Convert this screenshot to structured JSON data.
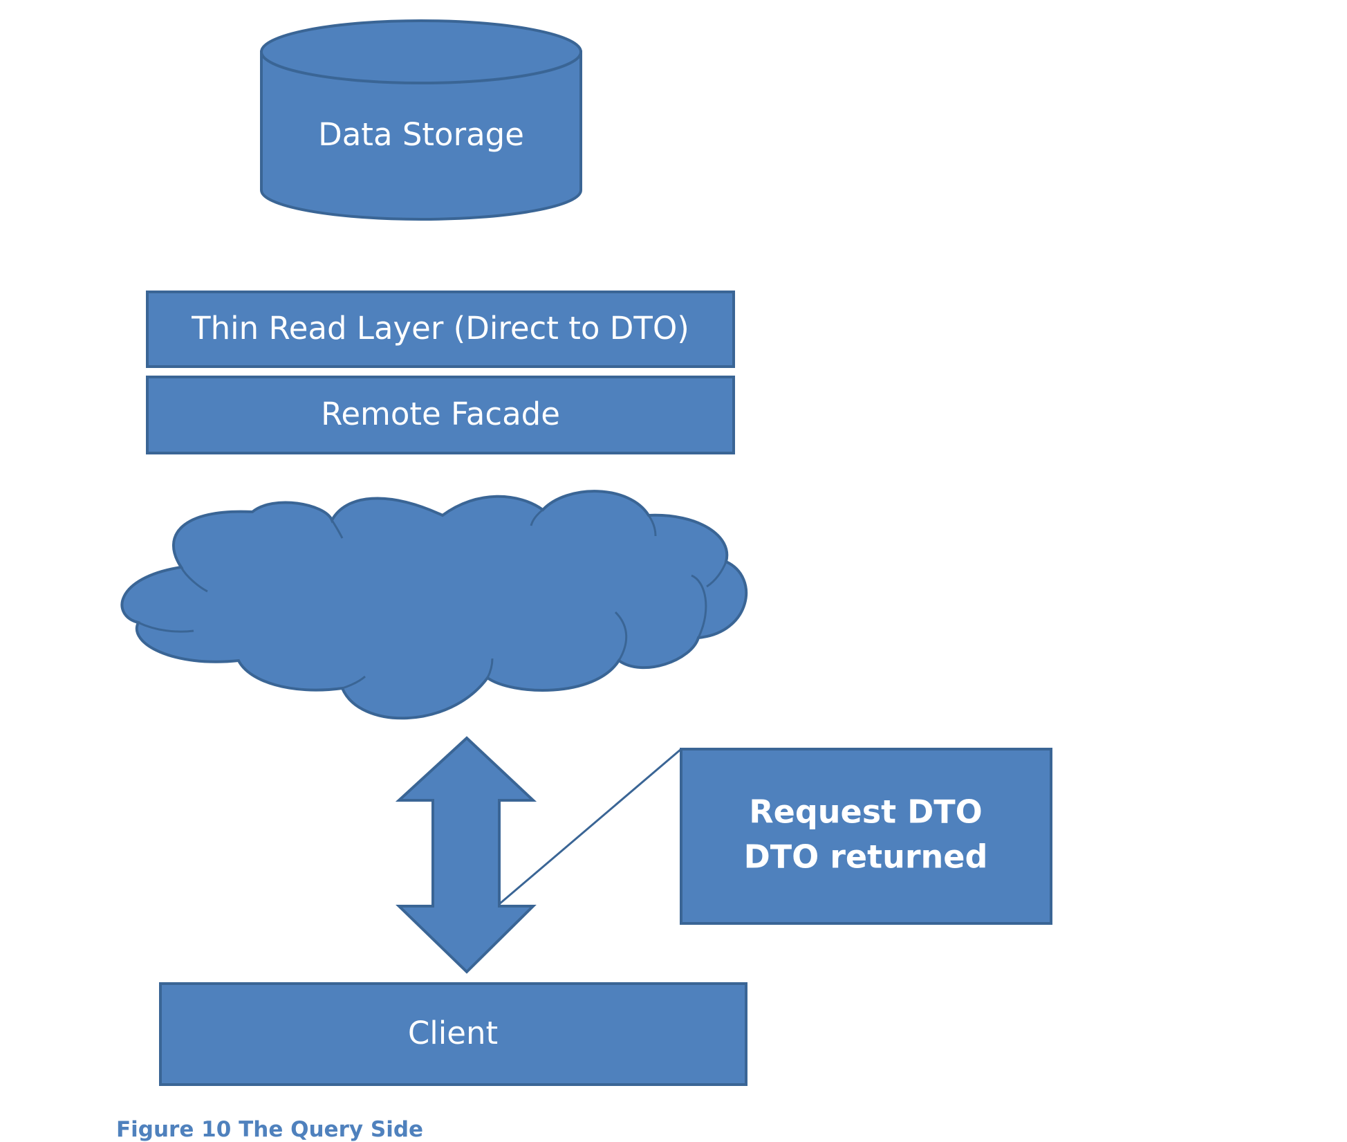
{
  "diagram": {
    "nodes": {
      "data_storage": "Data Storage",
      "thin_read_layer": "Thin Read Layer (Direct to DTO)",
      "remote_facade": "Remote Facade",
      "client": "Client",
      "callout_line1": "Request DTO",
      "callout_line2": "DTO returned"
    },
    "colors": {
      "shape_fill": "#4f81bd",
      "shape_stroke": "#3a6595",
      "label_text": "#ffffff",
      "caption_text": "#4f81bd"
    }
  },
  "caption": "Figure 10 The Query Side"
}
